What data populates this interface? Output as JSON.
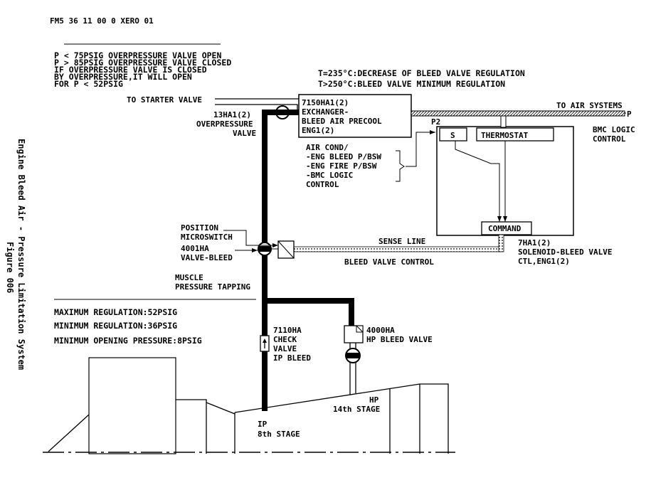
{
  "header": {
    "doc_ref": "FM5 36 11 00 0 XERO 01"
  },
  "side_title": {
    "line1": "Engine Bleed Air - Pressure Limitation System",
    "line2": "Figure 006"
  },
  "notes": {
    "overpressure": [
      "P < 75PSIG OVERPRESSURE VALVE OPEN",
      "P > 85PSIG OVERPRESSURE VALVE CLOSED",
      "IF OVERPRESSURE VALVE IS CLOSED",
      "BY OVERPRESSURE,IT WILL OPEN",
      "FOR P < 52PSIG"
    ],
    "temperature": [
      "T=235°C:DECREASE OF BLEED VALVE REGULATION",
      "T>250°C:BLEED VALVE MINIMUM REGULATION"
    ],
    "regulation": [
      "MAXIMUM REGULATION:52PSIG",
      "MINIMUM REGULATION:36PSIG",
      "MINIMUM OPENING PRESSURE:8PSIG"
    ]
  },
  "labels": {
    "to_starter_valve": "TO STARTER VALVE",
    "overpressure_valve": [
      "13HA1(2)",
      "OVERPRESSURE",
      "VALVE"
    ],
    "precooler": [
      "7150HA1(2)",
      "EXCHANGER-",
      "BLEED AIR PRECOOL",
      "ENG1(2)"
    ],
    "to_air_systems": "TO AIR SYSTEMS",
    "p_right": "P",
    "p2": "P2",
    "bmc_logic_control": [
      "BMC LOGIC",
      "CONTROL"
    ],
    "s_box": "S",
    "thermostat": "THERMOSTAT",
    "command": "COMMAND",
    "air_cond": [
      "AIR COND/",
      "-ENG BLEED P/BSW",
      "-ENG FIRE P/BSW",
      "-BMC LOGIC",
      "CONTROL"
    ],
    "position_microswitch": [
      "POSITION",
      "MICROSWITCH"
    ],
    "bleed_valve": [
      "4001HA",
      "VALVE-BLEED"
    ],
    "sense_line": "SENSE LINE",
    "bleed_valve_control": "BLEED VALVE CONTROL",
    "solenoid": [
      "7HA1(2)",
      "SOLENOID-BLEED VALVE",
      "CTL,ENG1(2)"
    ],
    "muscle_tapping": [
      "MUSCLE",
      "PRESSURE TAPPING"
    ],
    "check_valve": [
      "7110HA",
      "CHECK",
      "VALVE",
      "IP BLEED"
    ],
    "hp_valve": [
      "4000HA",
      "HP BLEED VALVE"
    ],
    "hp_stage": [
      "HP",
      "14th STAGE"
    ],
    "ip_stage": [
      "IP",
      "8th STAGE"
    ]
  }
}
